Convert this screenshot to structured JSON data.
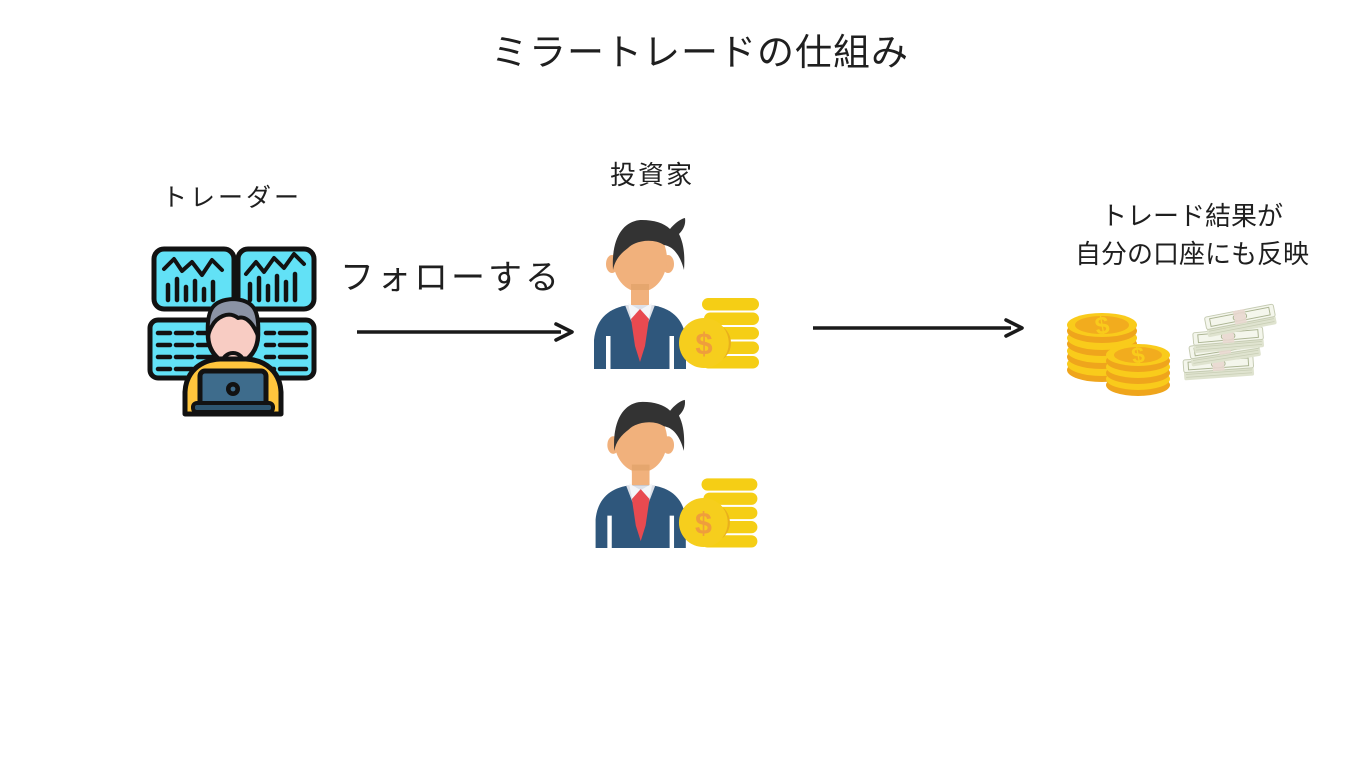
{
  "title": "ミラートレードの仕組み",
  "trader": {
    "label": "トレーダー",
    "icon": "trader-at-desk-with-charts-icon"
  },
  "follow": {
    "label": "フォローする",
    "icon": "arrow-right-icon"
  },
  "investors": {
    "label": "投資家",
    "icon": "businessman-with-coins-icon",
    "count": 2
  },
  "result": {
    "line1": "トレード結果が",
    "line2": "自分の口座にも反映",
    "icons": [
      "gold-coin-stacks-icon",
      "money-bills-icon"
    ]
  },
  "symbols": {
    "dollar": "$"
  },
  "colors": {
    "background": "#FFFFFF",
    "text": "#1F1F1F",
    "screen_cyan": "#62E1F6",
    "outline_black": "#121212",
    "shirt_yellow": "#FFC53D",
    "skin_light": "#F8CCC3",
    "hair_gray": "#8B93A5",
    "laptop_blue": "#3E6C8C",
    "suit_navy": "#2F577C",
    "skin_tan": "#F1B17C",
    "hair_black": "#333333",
    "tie_red": "#E84A50",
    "coin_yellow": "#F6CE1D",
    "coin_orange": "#EF9E3C",
    "bill_paper": "#F4F6EC"
  }
}
